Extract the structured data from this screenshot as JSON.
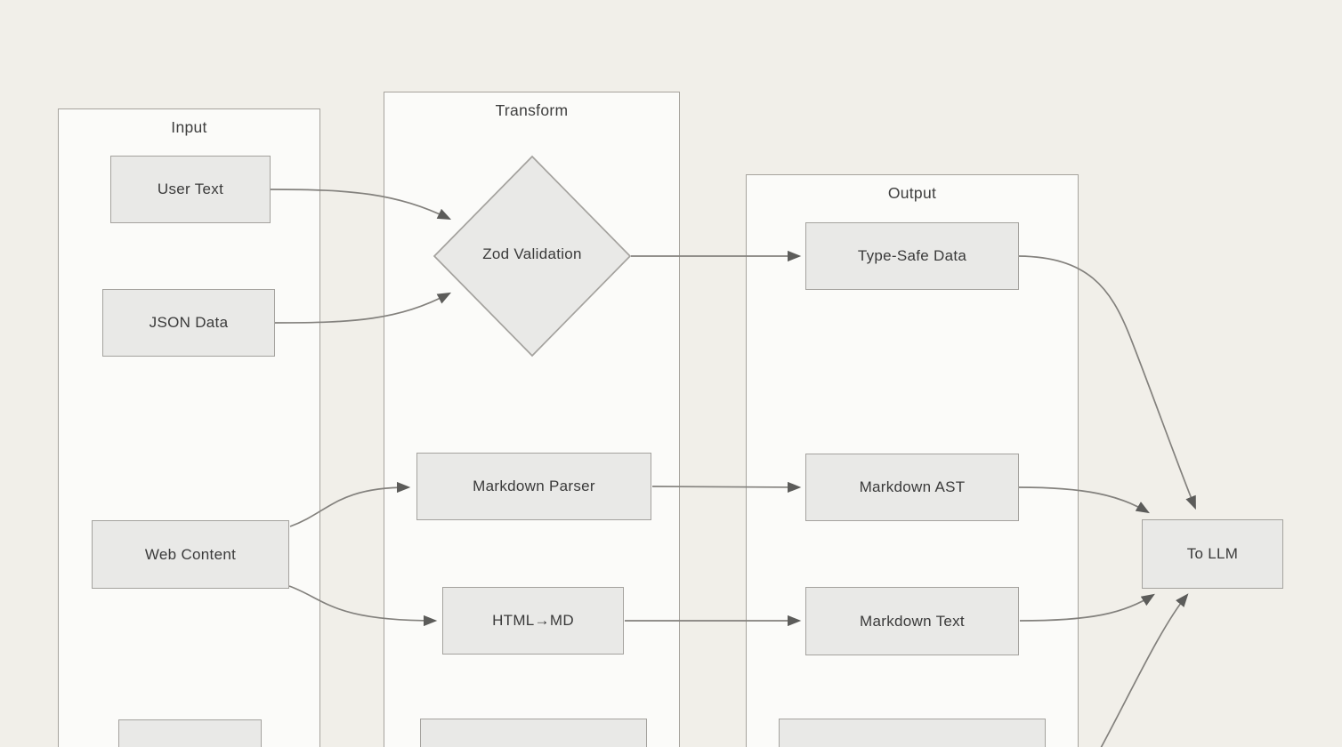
{
  "diagram": {
    "columns": [
      {
        "id": "input",
        "title": "Input"
      },
      {
        "id": "transform",
        "title": "Transform"
      },
      {
        "id": "output",
        "title": "Output"
      }
    ],
    "nodes": {
      "user_text": {
        "label": "User Text",
        "shape": "rect",
        "column": "input"
      },
      "json_data": {
        "label": "JSON Data",
        "shape": "rect",
        "column": "input"
      },
      "web_content": {
        "label": "Web Content",
        "shape": "rect",
        "column": "input"
      },
      "zod_validation": {
        "label": "Zod Validation",
        "shape": "diamond",
        "column": "transform"
      },
      "markdown_parser": {
        "label": "Markdown Parser",
        "shape": "rect",
        "column": "transform"
      },
      "html_to_md": {
        "label": "HTML→MD",
        "shape": "rect",
        "column": "transform"
      },
      "type_safe_data": {
        "label": "Type-Safe Data",
        "shape": "rect",
        "column": "output"
      },
      "markdown_ast": {
        "label": "Markdown AST",
        "shape": "rect",
        "column": "output"
      },
      "markdown_text": {
        "label": "Markdown Text",
        "shape": "rect",
        "column": "output"
      },
      "to_llm": {
        "label": "To LLM",
        "shape": "rect",
        "column": ""
      },
      "input_partial": {
        "label": "",
        "shape": "rect",
        "column": "input"
      },
      "transform_partial": {
        "label": "",
        "shape": "rect",
        "column": "transform"
      },
      "output_partial": {
        "label": "",
        "shape": "rect",
        "column": "output"
      }
    },
    "edges": [
      {
        "from": "user_text",
        "to": "zod_validation"
      },
      {
        "from": "json_data",
        "to": "zod_validation"
      },
      {
        "from": "zod_validation",
        "to": "type_safe_data"
      },
      {
        "from": "type_safe_data",
        "to": "to_llm"
      },
      {
        "from": "web_content",
        "to": "markdown_parser"
      },
      {
        "from": "web_content",
        "to": "html_to_md"
      },
      {
        "from": "markdown_parser",
        "to": "markdown_ast"
      },
      {
        "from": "html_to_md",
        "to": "markdown_text"
      },
      {
        "from": "markdown_ast",
        "to": "to_llm"
      },
      {
        "from": "markdown_text",
        "to": "to_llm"
      },
      {
        "from": "output_partial",
        "to": "to_llm"
      }
    ],
    "colors": {
      "background": "#f1efe9",
      "column_fill": "#fbfbf9",
      "column_border": "#a6a39d",
      "node_fill": "#e9e9e7",
      "node_border": "#a4a29e",
      "connector": "#83817d",
      "arrowhead": "#5c5c5a",
      "text": "#3a3a3a"
    }
  }
}
